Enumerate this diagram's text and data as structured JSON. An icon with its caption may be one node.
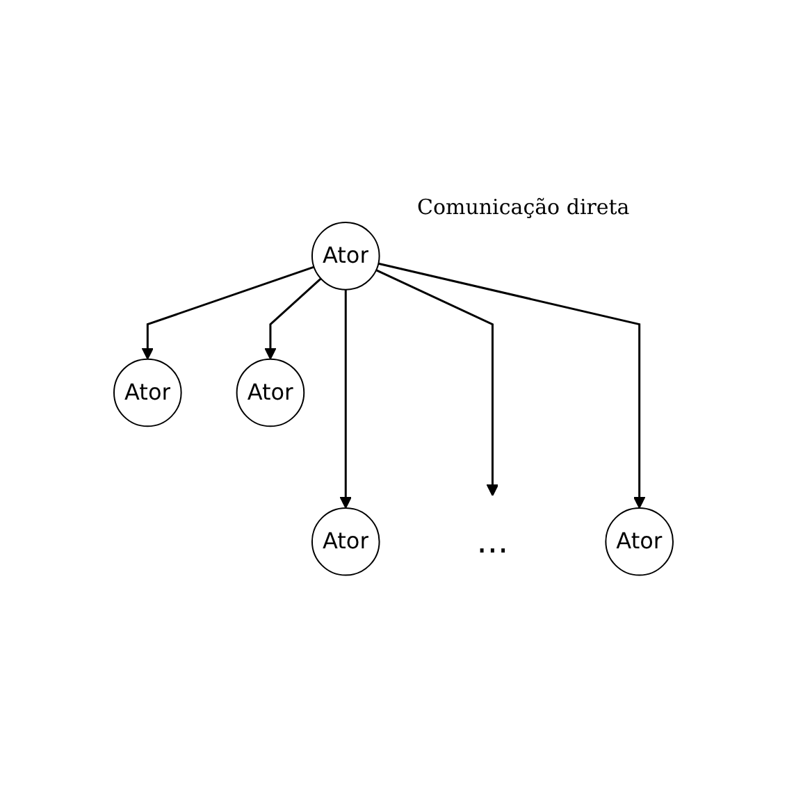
{
  "diagram": {
    "nodes": [
      {
        "text": [
          "Ator"
        ]
      },
      {
        "text": [
          "Ator"
        ]
      },
      {
        "text": [
          "Ator"
        ]
      },
      {
        "text": [
          "Ator"
        ]
      },
      {
        "text": [
          "..."
        ]
      },
      {
        "text": [
          "Ator"
        ]
      }
    ],
    "edges": [
      {
        "from": 0,
        "to": 1,
        "arrow": "to"
      },
      {
        "from": 0,
        "to": 3,
        "arrow": "to"
      },
      {
        "from": 0,
        "to": 4,
        "arrow": "to"
      },
      {
        "from": 0,
        "to": 5,
        "arrow": "to"
      },
      {
        "from": 0,
        "to": 2,
        "arrow": "to"
      }
    ],
    "labels": [
      "Comunicação direta"
    ]
  }
}
